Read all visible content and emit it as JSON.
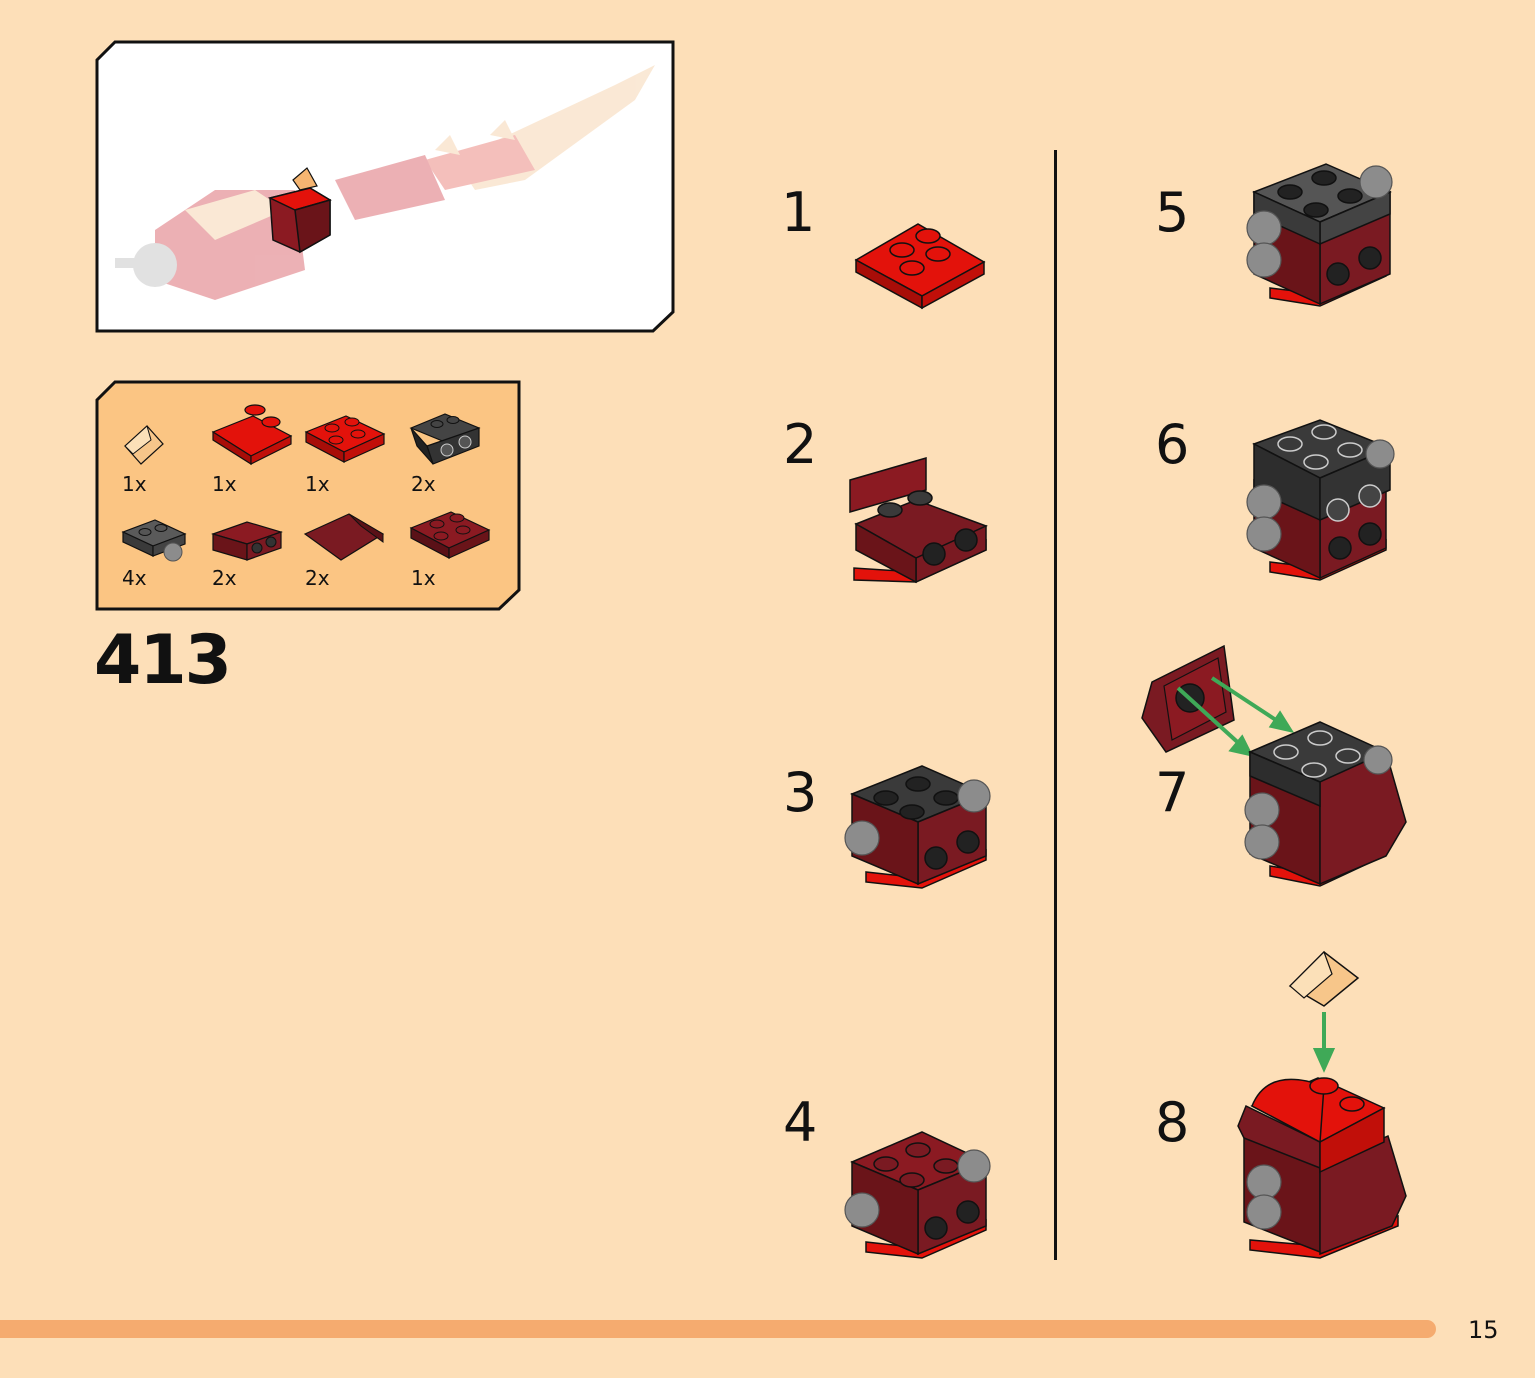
{
  "set_number": "413",
  "page_number": "15",
  "parts": [
    {
      "qty": "1x",
      "icon": "trans-orange-slope-icon"
    },
    {
      "qty": "1x",
      "icon": "red-curved-plate-icon"
    },
    {
      "qty": "1x",
      "icon": "red-2x2-plate-icon"
    },
    {
      "qty": "2x",
      "icon": "black-bracket-icon"
    },
    {
      "qty": "4x",
      "icon": "grey-ball-plate-icon"
    },
    {
      "qty": "2x",
      "icon": "darkred-bracket-icon"
    },
    {
      "qty": "2x",
      "icon": "darkred-slope-tile-icon"
    },
    {
      "qty": "1x",
      "icon": "darkred-2x2-plate-icon"
    }
  ],
  "steps": [
    {
      "number": "1"
    },
    {
      "number": "2"
    },
    {
      "number": "3"
    },
    {
      "number": "4"
    },
    {
      "number": "5"
    },
    {
      "number": "6"
    },
    {
      "number": "7"
    },
    {
      "number": "8"
    }
  ],
  "colors": {
    "background": "#fddfb8",
    "parts_panel": "#fbc583",
    "progress_bar": "#f5ab6f",
    "red": "#e3120b",
    "dark_red": "#7a1a22",
    "black": "#3a3a3a",
    "grey": "#8c8c8c",
    "arrow": "#3fa957"
  }
}
